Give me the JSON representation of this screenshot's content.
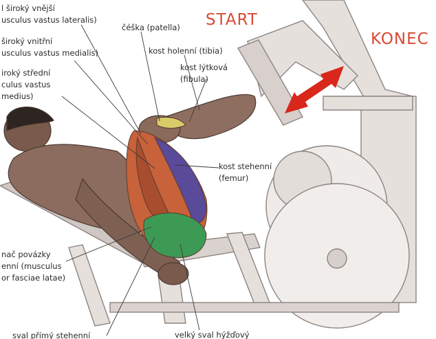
{
  "colors": {
    "heading": "#d94a35",
    "arrow": "#d8281c",
    "skin": "#8a6a5a",
    "machine": "#e4dedb",
    "vastus_lateralis": "#c8623a",
    "vastus_medialis": "#5a4a9a",
    "rectus_femoris": "#a84e2e",
    "gluteus": "#3d9a55",
    "tensor_fasciae": "#d8cc6a",
    "label_text": "#2b2b2b"
  },
  "diagram": {
    "start": "START",
    "end": "KONEC",
    "labels": {
      "vastus_lateralis": [
        "l široký vnější",
        "usculus vastus lateralis)"
      ],
      "patella": [
        "čéška (patella)"
      ],
      "vastus_medialis": [
        "široký vnitřní",
        "usculus vastus medialis)"
      ],
      "tibia": [
        "kost holenní (tibia)"
      ],
      "vastus_intermedius": [
        "iroký střední",
        "culus vastus",
        "medius)"
      ],
      "fibula": [
        "kost lýtková",
        "(fibula)"
      ],
      "femur": [
        "kost stehenní",
        "(femur)"
      ],
      "tensor_fasciae_latae": [
        "nač povázky",
        "enní (musculus",
        "or fasciae latae)"
      ],
      "rectus_femoris": [
        "sval přímý stehenní"
      ],
      "gluteus_maximus": [
        "velký sval hýžďový"
      ]
    }
  }
}
